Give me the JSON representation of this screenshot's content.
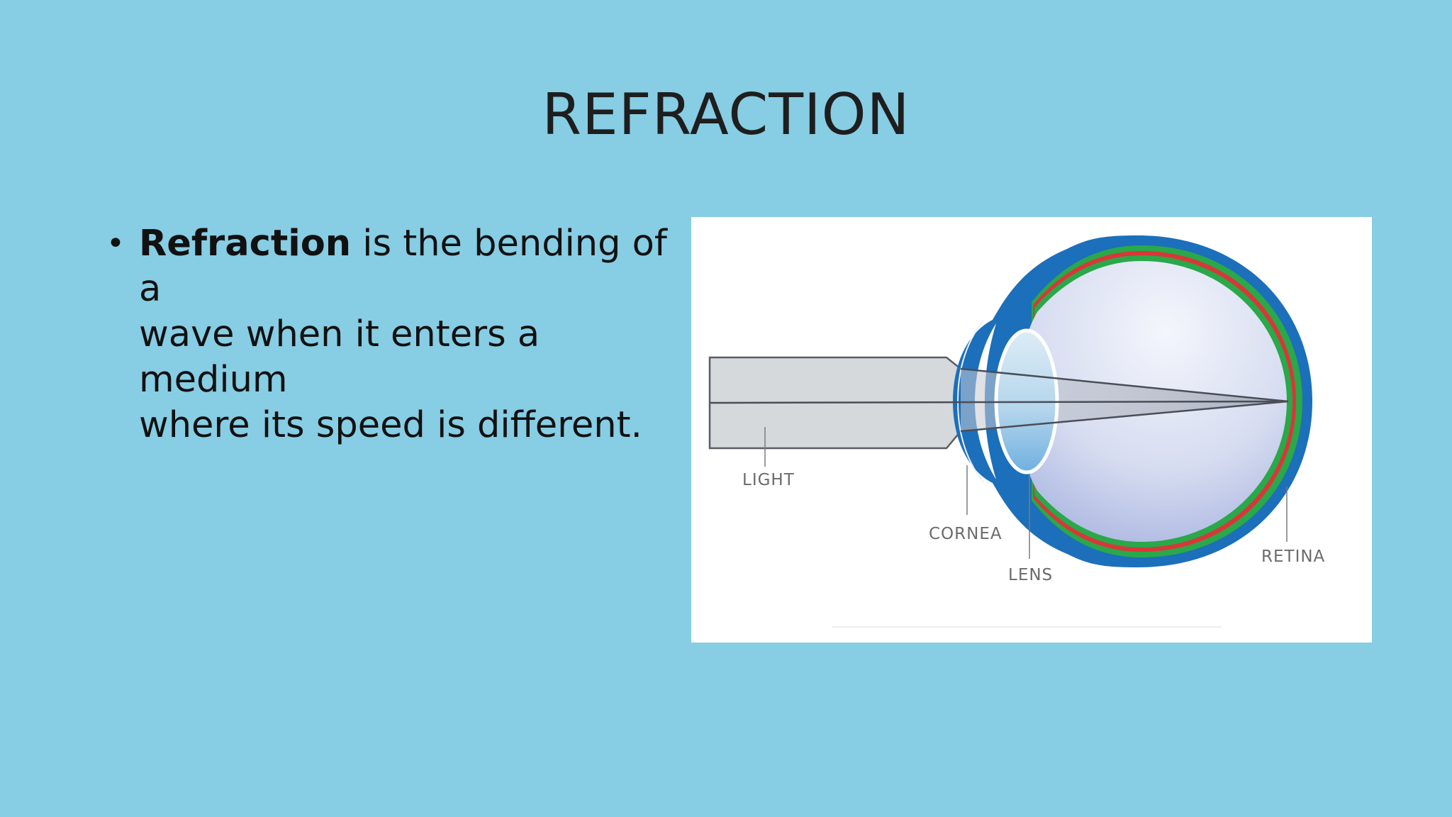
{
  "slide": {
    "title": "REFRACTION",
    "bullet": {
      "term": "Refraction",
      "line1_rest": " is the bending of a",
      "line2": "wave when it enters a medium",
      "line3": "where its speed is different."
    }
  },
  "diagram": {
    "labels": {
      "light": "LIGHT",
      "cornea": "CORNEA",
      "lens": "LENS",
      "retina": "RETINA"
    },
    "colors": {
      "sclera": "#1c6fba",
      "choroid": "#2aa84a",
      "retina_layer": "#d8373a",
      "vitreous": "#d9dff2",
      "lens": "#8ec2e6",
      "light_beam": "#d5d9dc"
    }
  }
}
